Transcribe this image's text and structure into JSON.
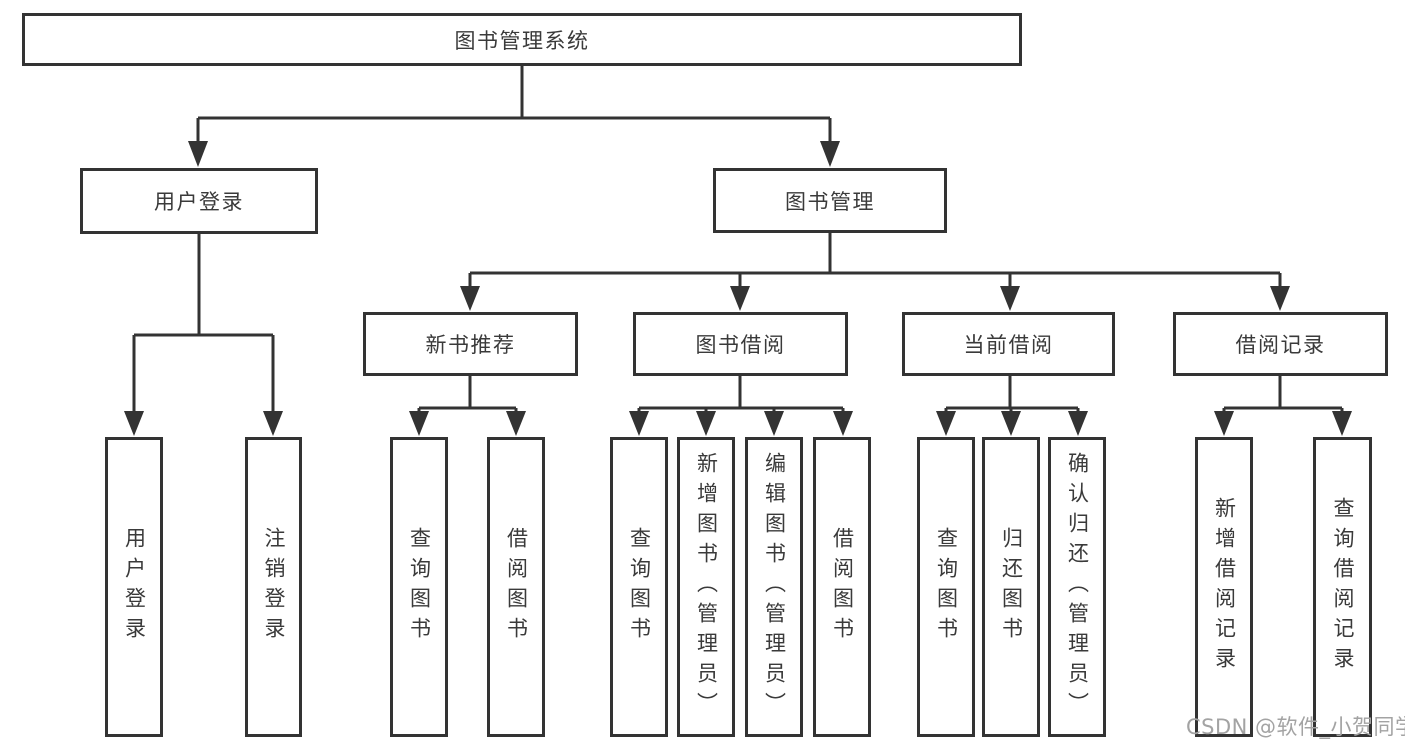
{
  "diagram": {
    "type": "hierarchy",
    "colors": {
      "line": "#333333",
      "text": "#3a3a3a",
      "background": "#ffffff",
      "watermark": "#a3a3a3"
    }
  },
  "tree": {
    "label": "图书管理系统",
    "children": [
      {
        "label": "用户登录",
        "children": [
          {
            "label": "用户登录"
          },
          {
            "label": "注销登录"
          }
        ]
      },
      {
        "label": "图书管理",
        "children": [
          {
            "label": "新书推荐",
            "children": [
              {
                "label": "查询图书"
              },
              {
                "label": "借阅图书"
              }
            ]
          },
          {
            "label": "图书借阅",
            "children": [
              {
                "label": "查询图书"
              },
              {
                "label": "新增图书（管理员）"
              },
              {
                "label": "编辑图书（管理员）"
              },
              {
                "label": "借阅图书"
              }
            ]
          },
          {
            "label": "当前借阅",
            "children": [
              {
                "label": "查询图书"
              },
              {
                "label": "归还图书"
              },
              {
                "label": "确认归还（管理员）"
              }
            ]
          },
          {
            "label": "借阅记录",
            "children": [
              {
                "label": "新增借阅记录"
              },
              {
                "label": "查询借阅记录"
              }
            ]
          }
        ]
      }
    ]
  },
  "watermark": {
    "text": "CSDN @软件_小贺同学"
  }
}
